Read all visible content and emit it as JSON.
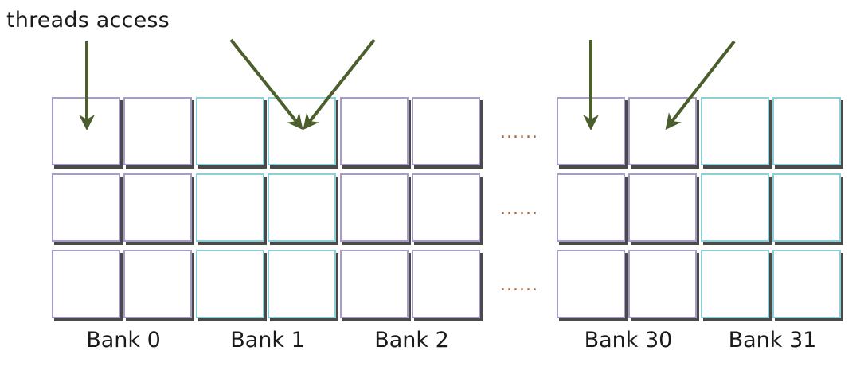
{
  "title": "threads access",
  "ellipsis": "......",
  "banks": [
    {
      "label": "Bank 0",
      "color": "#a99bc7"
    },
    {
      "label": "Bank 1",
      "color": "#8ccfd6"
    },
    {
      "label": "Bank 2",
      "color": "#a99bc7"
    },
    {
      "label": "Bank 30",
      "color": "#a99bc7"
    },
    {
      "label": "Bank 31",
      "color": "#8ccfd6"
    }
  ],
  "rows": 3,
  "arrow_color": "#4b5e2c"
}
